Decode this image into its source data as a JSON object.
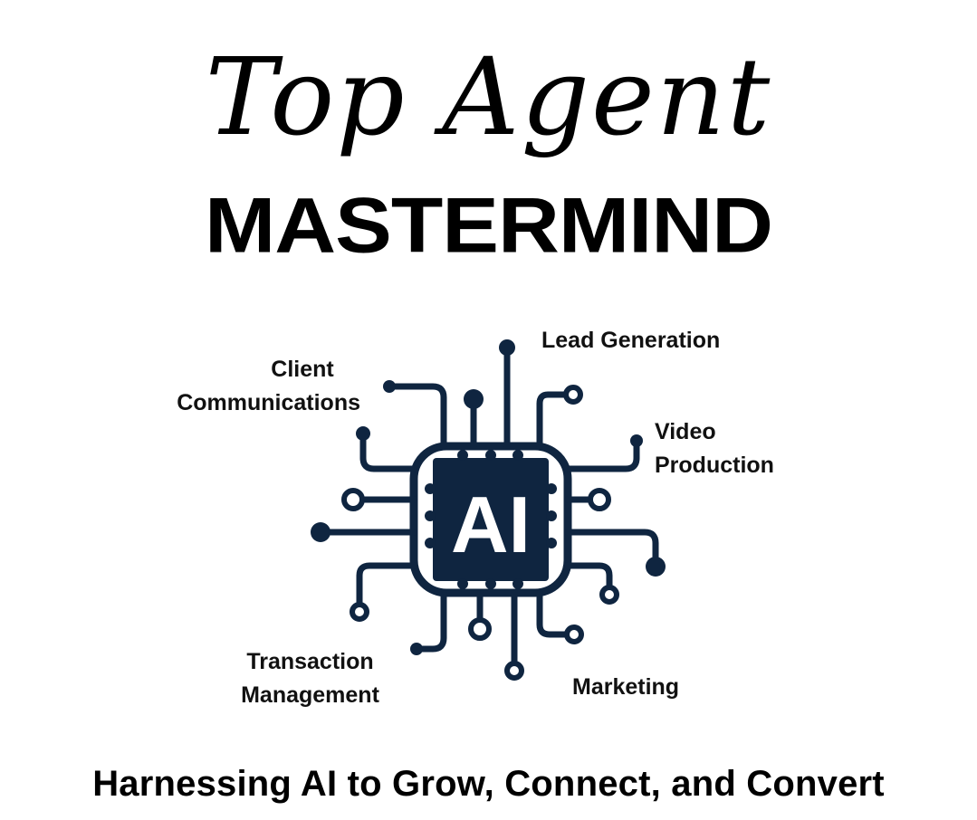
{
  "title": {
    "script": "Top Agent",
    "block": "MASTERMIND"
  },
  "diagram": {
    "chip_label": "AI",
    "chip_color": "#0f2540",
    "labels": {
      "lead_generation": "Lead Generation",
      "client_communications_line1": "Client",
      "client_communications_line2": "Communications",
      "video_production_line1": "Video",
      "video_production_line2": "Production",
      "transaction_management_line1": "Transaction",
      "transaction_management_line2": "Management",
      "marketing": "Marketing"
    }
  },
  "tagline": "Harnessing AI to Grow, Connect, and Convert"
}
